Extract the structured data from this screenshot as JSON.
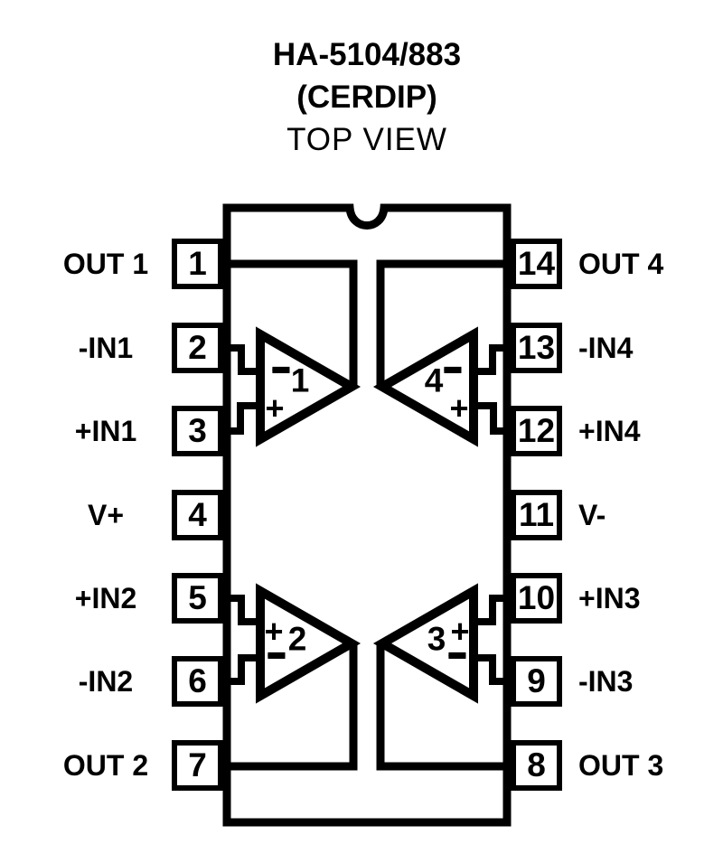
{
  "title": {
    "line1": "HA-5104/883",
    "line2": "(CERDIP)",
    "line3": "TOP VIEW"
  },
  "colors": {
    "ink": "#000000",
    "background": "#ffffff"
  },
  "package": {
    "left_pins": [
      {
        "number": "1",
        "label": "OUT 1"
      },
      {
        "number": "2",
        "label": "-IN1"
      },
      {
        "number": "3",
        "label": "+IN1"
      },
      {
        "number": "4",
        "label": "V+"
      },
      {
        "number": "5",
        "label": "+IN2"
      },
      {
        "number": "6",
        "label": "-IN2"
      },
      {
        "number": "7",
        "label": "OUT 2"
      }
    ],
    "right_pins": [
      {
        "number": "14",
        "label": "OUT 4"
      },
      {
        "number": "13",
        "label": "-IN4"
      },
      {
        "number": "12",
        "label": "+IN4"
      },
      {
        "number": "11",
        "label": "V-"
      },
      {
        "number": "10",
        "label": "+IN3"
      },
      {
        "number": "9",
        "label": "-IN3"
      },
      {
        "number": "8",
        "label": "OUT 3"
      }
    ],
    "amplifiers": [
      {
        "number": "1",
        "position": "top-left",
        "top_sign": "−",
        "bottom_sign": "+"
      },
      {
        "number": "4",
        "position": "top-right",
        "top_sign": "−",
        "bottom_sign": "+"
      },
      {
        "number": "2",
        "position": "bottom-left",
        "top_sign": "+",
        "bottom_sign": "−"
      },
      {
        "number": "3",
        "position": "bottom-right",
        "top_sign": "+",
        "bottom_sign": "−"
      }
    ]
  }
}
